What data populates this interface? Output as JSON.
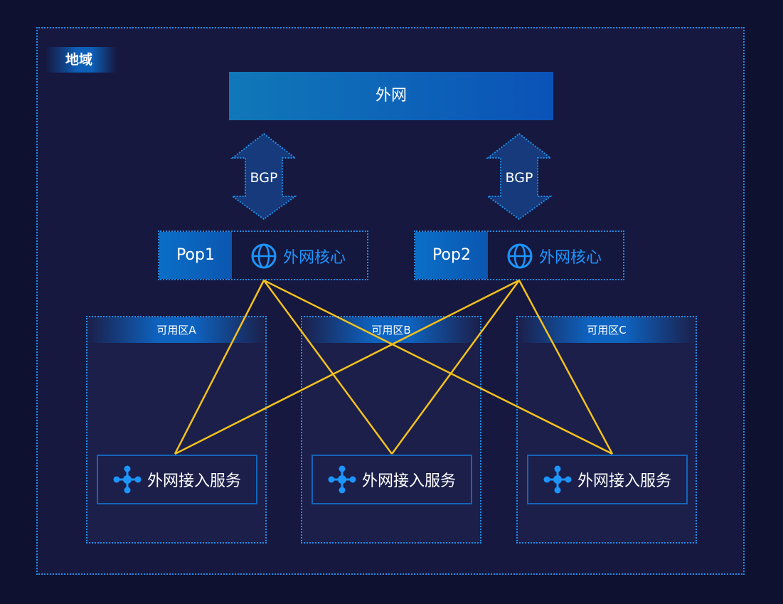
{
  "region": {
    "label": "地域"
  },
  "internet": {
    "label": "外网"
  },
  "bgp": [
    {
      "label": "BGP"
    },
    {
      "label": "BGP"
    }
  ],
  "pops": [
    {
      "name": "Pop1",
      "core_label": "外网核心"
    },
    {
      "name": "Pop2",
      "core_label": "外网核心"
    }
  ],
  "zones": [
    {
      "label": "可用区A",
      "service_label": "外网接入服务"
    },
    {
      "label": "可用区B",
      "service_label": "外网接入服务"
    },
    {
      "label": "可用区C",
      "service_label": "外网接入服务"
    }
  ],
  "links": [
    {
      "from": "pop1",
      "to": "zoneA"
    },
    {
      "from": "pop1",
      "to": "zoneB"
    },
    {
      "from": "pop1",
      "to": "zoneC"
    },
    {
      "from": "pop2",
      "to": "zoneA"
    },
    {
      "from": "pop2",
      "to": "zoneB"
    },
    {
      "from": "pop2",
      "to": "zoneC"
    }
  ],
  "colors": {
    "background": "#0f1130",
    "panel": "#16183f",
    "accent": "#1f8ee8",
    "link": "#f5c21b",
    "core_text": "#1d95ff"
  }
}
